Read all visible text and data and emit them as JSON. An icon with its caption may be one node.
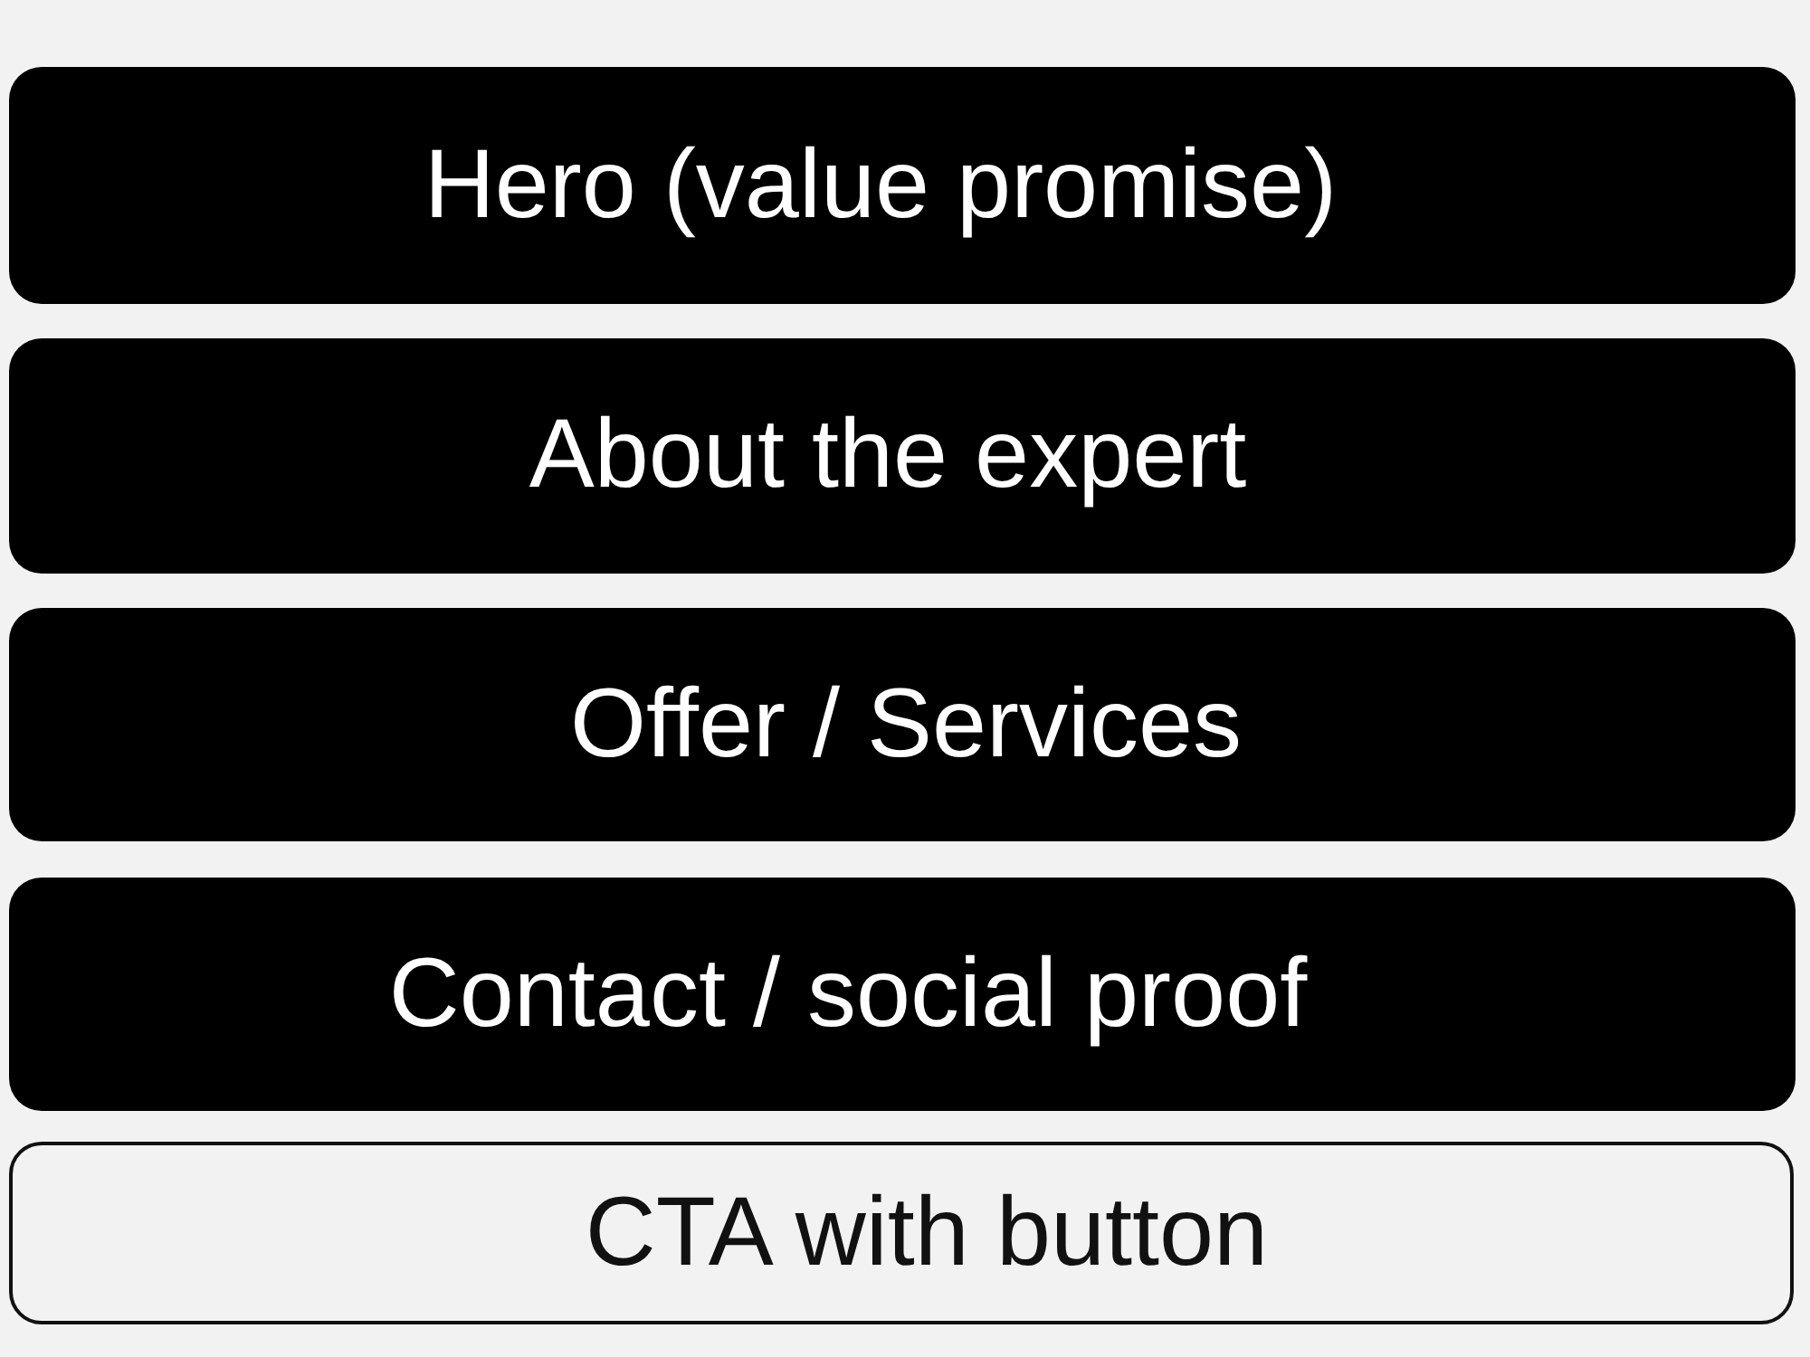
{
  "diagram": {
    "nodes": [
      {
        "text": [
          "Hero (value promise)"
        ]
      },
      {
        "text": [
          "About the expert"
        ]
      },
      {
        "text": [
          "Offer / Services"
        ]
      },
      {
        "text": [
          "Contact / social proof"
        ]
      },
      {
        "text": [
          "CTA with button"
        ]
      }
    ]
  }
}
